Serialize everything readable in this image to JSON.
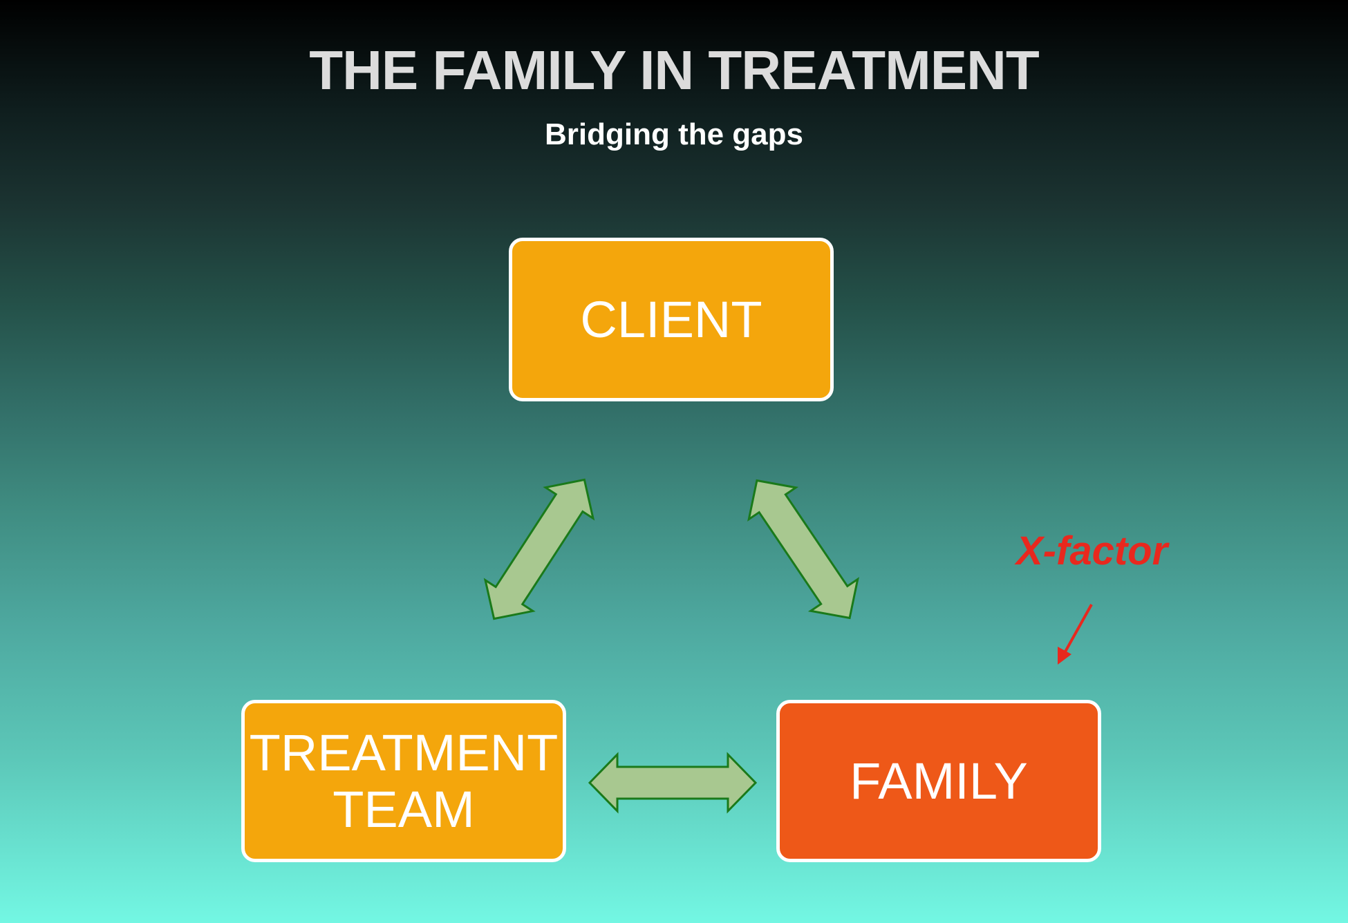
{
  "title": "THE FAMILY IN TREATMENT",
  "subtitle": "Bridging the gaps",
  "nodes": {
    "client": "CLIENT",
    "treatment_team_line1": "TREATMENT",
    "treatment_team_line2": "TEAM",
    "family": "FAMILY"
  },
  "annotation": "X-factor",
  "colors": {
    "node_orange": "#f4a60c",
    "node_red": "#ee5818",
    "arrow_fill": "#a8c890",
    "arrow_stroke": "#1a7a1a",
    "annotation": "#e8281e"
  }
}
